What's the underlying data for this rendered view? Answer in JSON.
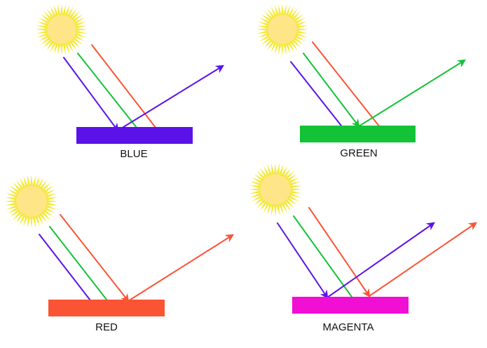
{
  "colors": {
    "blue": "#5a12e8",
    "green": "#14c237",
    "red": "#fb5434",
    "magenta": "#f00fd3",
    "sun_core": "#fde588",
    "sun_rays": "#f4e93a"
  },
  "panels": [
    {
      "id": "blue",
      "label": "BLUE",
      "surface_color": "blue",
      "incident_rays": [
        "blue",
        "green",
        "red"
      ],
      "reflected_rays": [
        "blue"
      ]
    },
    {
      "id": "green",
      "label": "GREEN",
      "surface_color": "green",
      "incident_rays": [
        "blue",
        "green",
        "red"
      ],
      "reflected_rays": [
        "green"
      ]
    },
    {
      "id": "red",
      "label": "RED",
      "surface_color": "red",
      "incident_rays": [
        "blue",
        "green",
        "red"
      ],
      "reflected_rays": [
        "red"
      ]
    },
    {
      "id": "magenta",
      "label": "MAGENTA",
      "surface_color": "magenta",
      "incident_rays": [
        "blue",
        "green",
        "red"
      ],
      "reflected_rays": [
        "blue",
        "red"
      ]
    }
  ]
}
